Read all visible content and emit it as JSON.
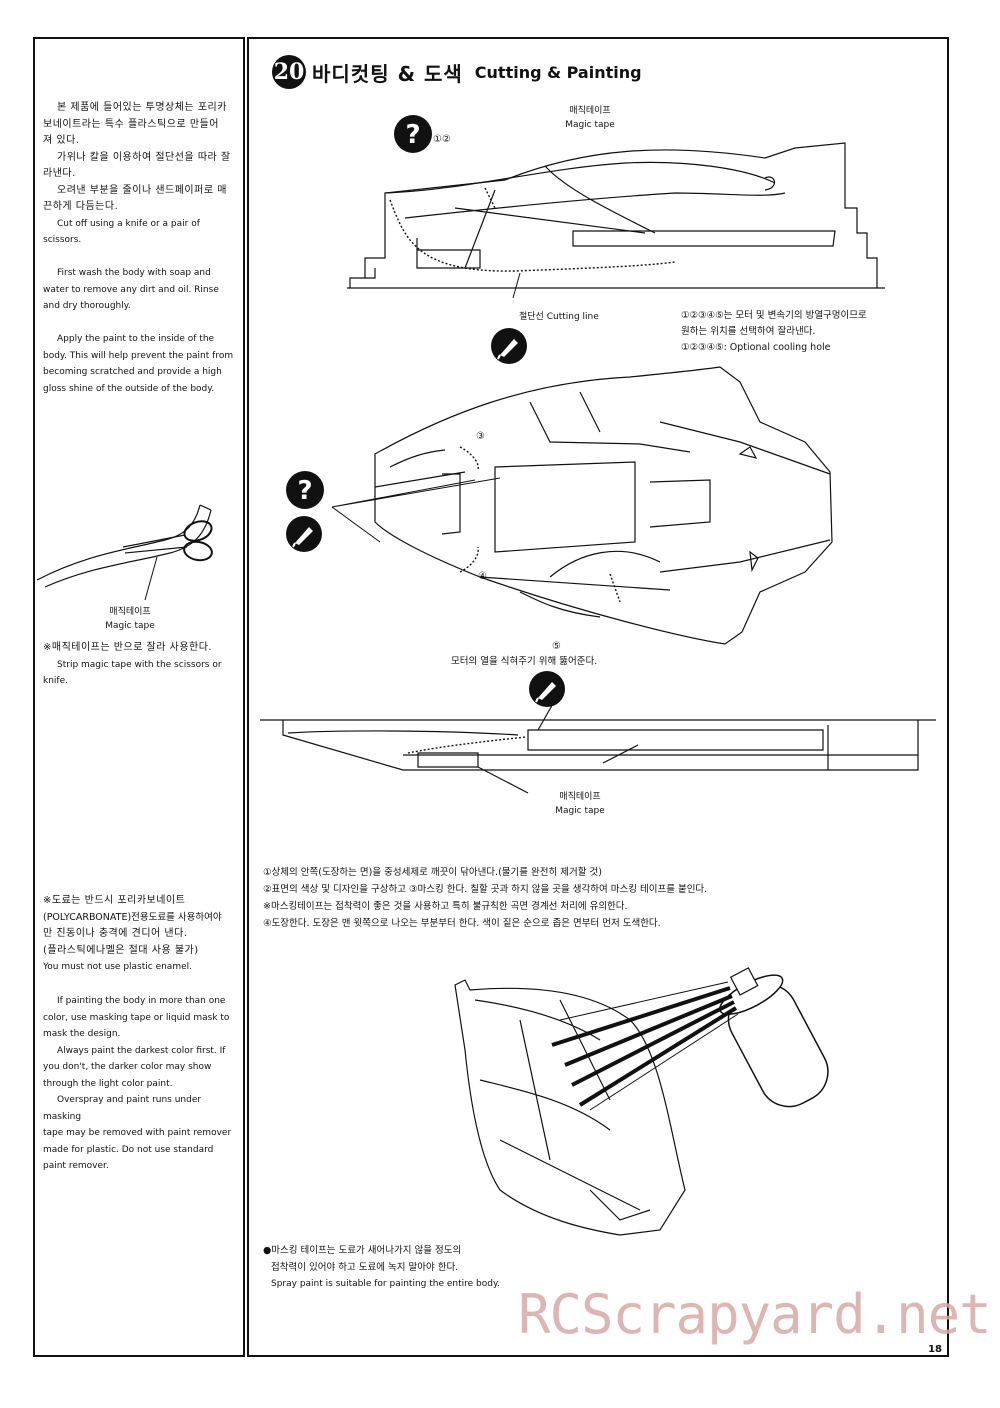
{
  "header": {
    "step_number": "20",
    "title_ko": "바디컷팅 & 도색",
    "title_en": "Cutting & Painting"
  },
  "left_column": {
    "p1_ko": [
      "본 제품에 들어있는 투명상체는 포리카",
      "보네이트라는 특수 플라스틱으로 만들어",
      "져 있다.",
      "가위나 칼을 이용하여 절단선을 따라 잘",
      "라낸다.",
      "오려낸 부분을 줄이나 샌드페이퍼로 매",
      "끈하게 다듬는다."
    ],
    "p1_en": [
      "Cut off using a knife or a pair of",
      "scissors."
    ],
    "p2_en": [
      "First wash the body with soap and",
      "water to remove any dirt and oil. Rinse",
      "and dry thoroughly."
    ],
    "p3_en": [
      "Apply the paint to the inside of the",
      "body. This will help prevent the paint from",
      "becoming scratched and provide a high",
      "gloss shine of the outside of the body."
    ],
    "tape_label_ko": "매직테이프",
    "tape_label_en": "Magic tape",
    "tape_note_ko": "※매직테이프는 반으로 잘라 사용한다.",
    "tape_note_en": [
      "Strip magic tape with the scissors or",
      "knife."
    ],
    "paint_note_ko": [
      "※도료는 반드시 포리카보네이트",
      "(POLYCARBONATE)전용도료를 사용하여야",
      "만 진동이나 충격에 견디어 낸다.",
      "(플라스틱에나멜은 절대 사용 불가)"
    ],
    "paint_note_en": "You must not use plastic enamel.",
    "multi_en": [
      "If painting the body in more than one",
      "color, use masking tape or liquid mask to",
      "mask the design.",
      "Always paint the darkest color first. If",
      "you don't, the darker color may show",
      "through the light color paint.",
      "Overspray and paint runs under masking",
      "tape may be removed with paint remover",
      "made for plastic. Do not use standard",
      "paint remover."
    ]
  },
  "diagram": {
    "top_tape_ko": "매직테이프",
    "top_tape_en": "Magic tape",
    "circled_12": "①②",
    "cutting_line": "절단선 Cutting line",
    "holes_note_ko": [
      "①②③④⑤는 모터 및 변속기의 방열구멍이므로",
      "원하는 위치를 선택하여 잘라낸다."
    ],
    "holes_note_en": "①②③④⑤: Optional cooling hole",
    "circled_3": "③",
    "circled_4": "④",
    "circled_5": "⑤",
    "motor_hole_note": "모터의 열을 식혀주기 위해 뚫어준다.",
    "bottom_tape_ko": "매직테이프",
    "bottom_tape_en": "Magic tape"
  },
  "steps": [
    "①상체의 안쪽(도장하는 면)을 중성세제로 깨끗이 닦아낸다.(물기를 완전히 제거할 것)",
    "②표면의 색상 및 디자인을 구상하고 ③마스킹 한다. 칠할 곳과 하지 않을 곳을 생각하여 마스킹 테이프를 붙인다.",
    "※마스킹테이프는 접착력이 좋은 것을 사용하고 특히 불규칙한 곡면 경계선 처리에 유의한다.",
    "④도장한다. 도장은 맨 윗쪽으로 나오는 부분부터 한다. 색이 짙은 순으로 좁은 면부터 먼저 도색한다."
  ],
  "spray_note": {
    "ko": [
      "●마스킹 테이프는 도료가 새어나가지 않을 정도의",
      "접착력이 있어야 하고 도료에 녹지 말아야 한다."
    ],
    "en": "Spray paint is suitable for painting the entire body."
  },
  "page_number": "18",
  "watermark": "RCScrapyard.net"
}
